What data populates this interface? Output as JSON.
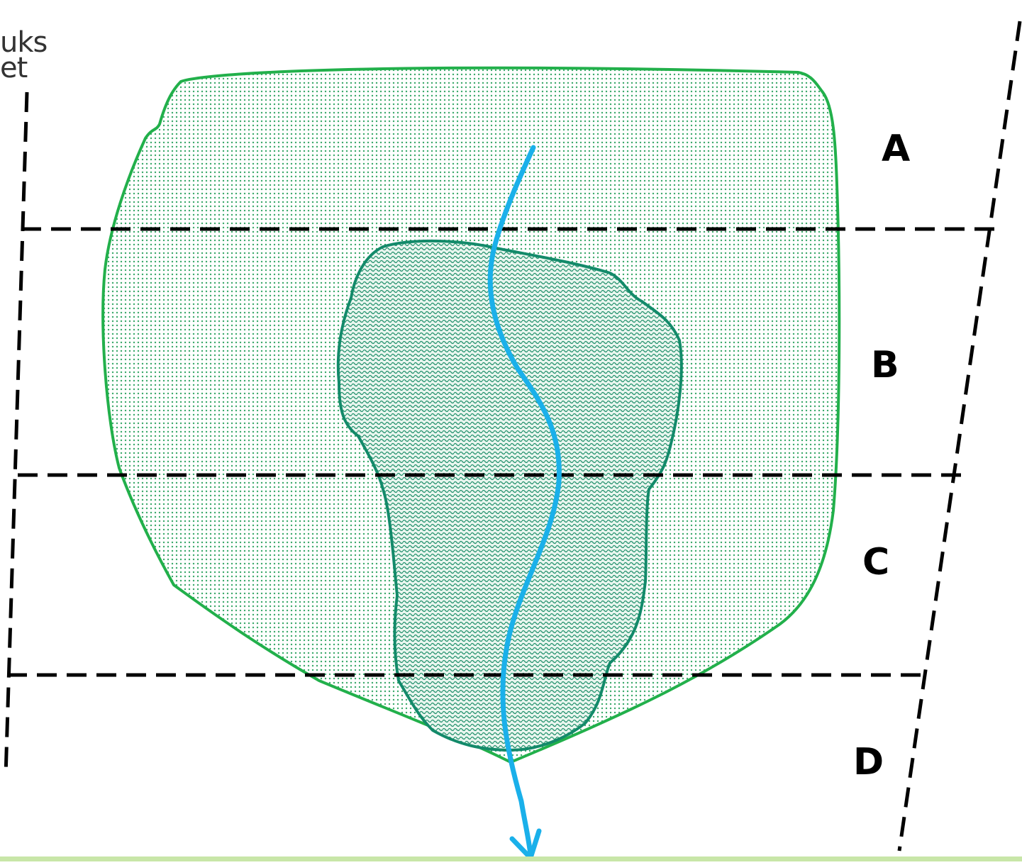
{
  "logo": {
    "line1": "uks",
    "line2": "et"
  },
  "zones": [
    {
      "label": "A"
    },
    {
      "label": "B"
    },
    {
      "label": "C"
    },
    {
      "label": "D"
    }
  ],
  "colors": {
    "outer_region_stroke": "#22b04b",
    "outer_region_fill": "#cfeedd",
    "inner_region_stroke": "#138a6a",
    "inner_region_fill": "#7fc8a8",
    "river": "#1ab0ea",
    "dashed_lines": "#000000",
    "bottom_strip": "#c8e6a8"
  },
  "icons": {
    "river": "arrow-down-icon"
  }
}
